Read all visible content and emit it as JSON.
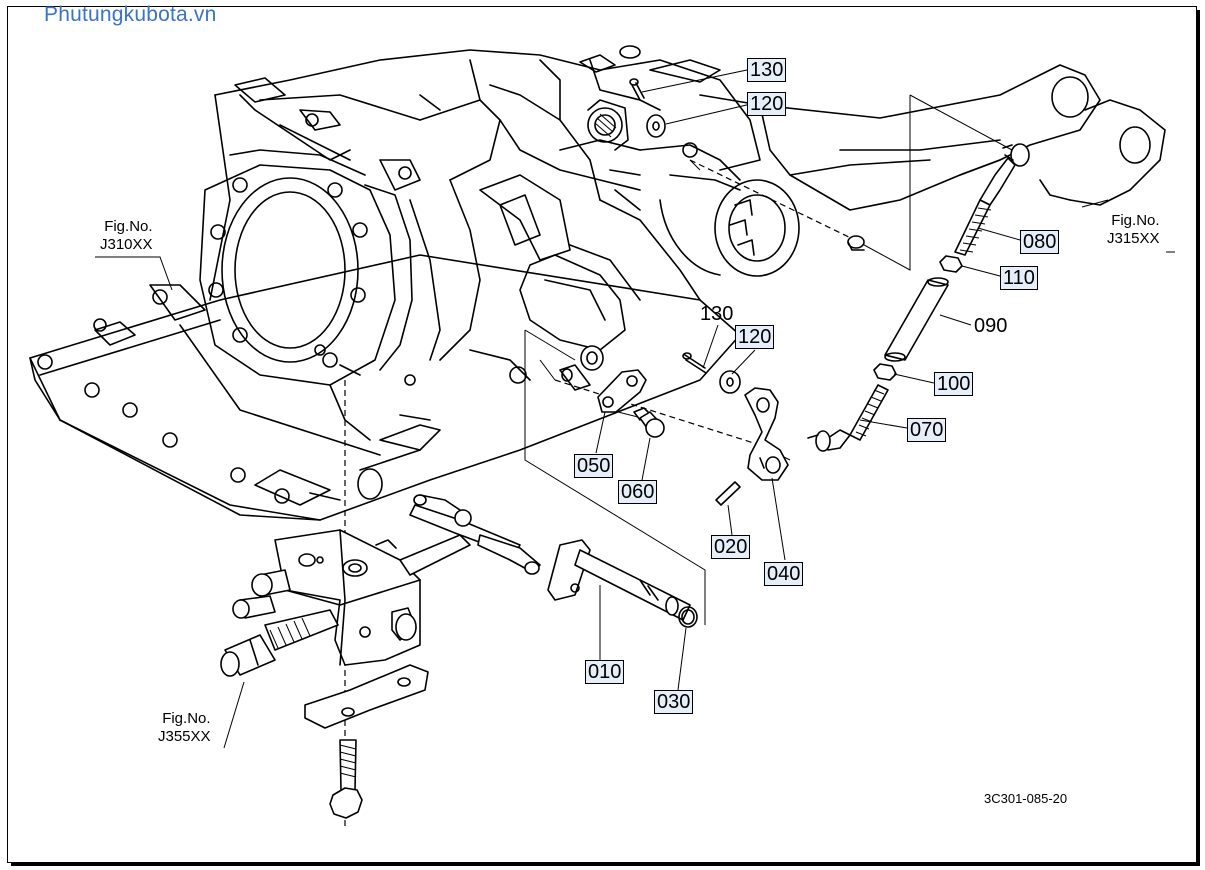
{
  "watermark": "Phutungkubota.vn",
  "drawing_code": "3C301-085-20",
  "figure_refs": [
    {
      "id": "j310",
      "line1": "Fig.No.",
      "line2": "J310XX"
    },
    {
      "id": "j315",
      "line1": "Fig.No.",
      "line2": "J315XX"
    },
    {
      "id": "j355",
      "line1": "Fig.No.",
      "line2": "J355XX"
    }
  ],
  "part_labels": [
    {
      "id": "p130-top",
      "text": "130",
      "boxed": true
    },
    {
      "id": "p120-top",
      "text": "120",
      "boxed": true
    },
    {
      "id": "p080",
      "text": "080",
      "boxed": true
    },
    {
      "id": "p110",
      "text": "110",
      "boxed": true
    },
    {
      "id": "p090",
      "text": "090",
      "boxed": false
    },
    {
      "id": "p100",
      "text": "100",
      "boxed": true
    },
    {
      "id": "p070",
      "text": "070",
      "boxed": true
    },
    {
      "id": "p130-mid",
      "text": "130",
      "boxed": false
    },
    {
      "id": "p120-mid",
      "text": "120",
      "boxed": true
    },
    {
      "id": "p050",
      "text": "050",
      "boxed": true
    },
    {
      "id": "p060",
      "text": "060",
      "boxed": true
    },
    {
      "id": "p020",
      "text": "020",
      "boxed": true
    },
    {
      "id": "p040",
      "text": "040",
      "boxed": true
    },
    {
      "id": "p010",
      "text": "010",
      "boxed": true
    },
    {
      "id": "p030",
      "text": "030",
      "boxed": true
    }
  ]
}
